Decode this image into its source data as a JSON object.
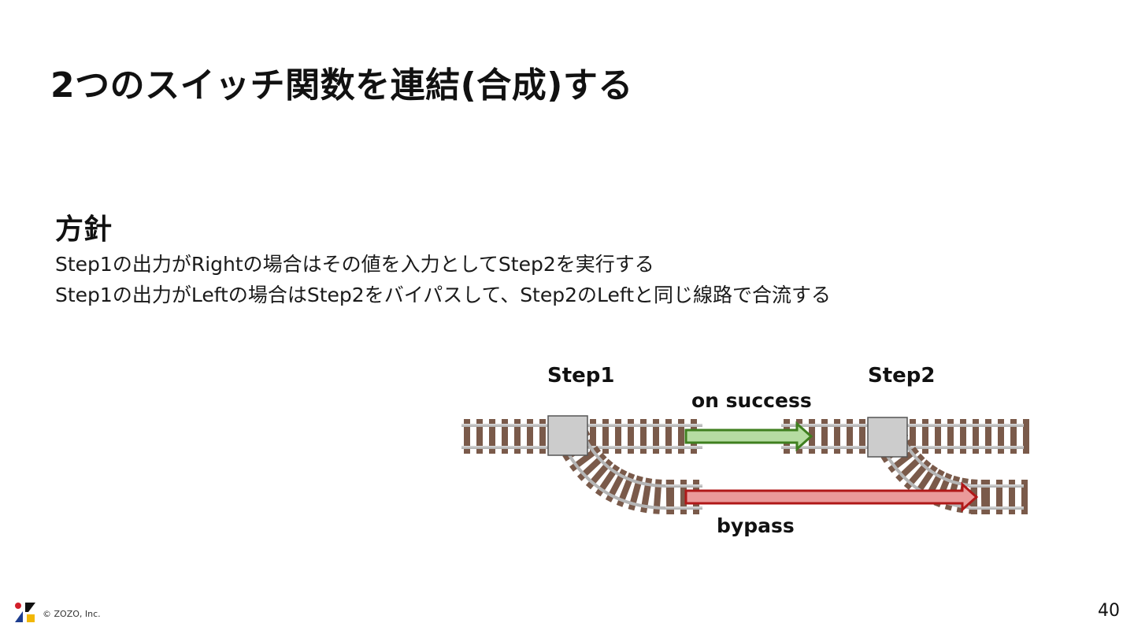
{
  "slide": {
    "title": "2つのスイッチ関数を連結(合成)する",
    "policy_heading": "方針",
    "lines": [
      "Step1の出力がRightの場合はその値を入力としてStep2を実行する",
      "Step1の出力がLeftの場合はStep2をバイパスして、Step2のLeftと同じ線路で合流する"
    ]
  },
  "diagram": {
    "step1_label": "Step1",
    "step2_label": "Step2",
    "success_label": "on success",
    "bypass_label": "bypass",
    "colors": {
      "sleeper": "#7a5a4a",
      "rail": "#b5b5b5",
      "switch_box": "#cccccc",
      "success_fill": "#b6dca2",
      "success_stroke": "#3f7f1f",
      "bypass_fill": "#ea9a9a",
      "bypass_stroke": "#b01818"
    }
  },
  "footer": {
    "copyright": "© ZOZO, Inc.",
    "page_number": "40"
  }
}
